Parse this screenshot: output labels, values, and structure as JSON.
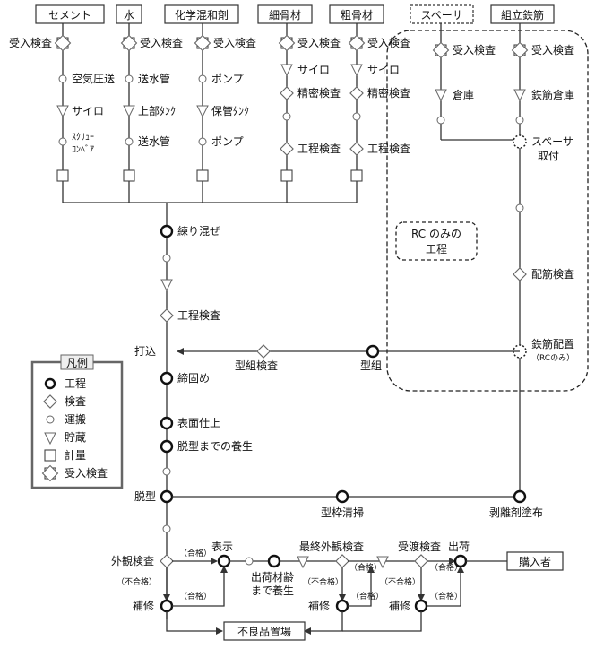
{
  "materials": {
    "cement": "セメント",
    "water": "水",
    "admixture": "化学混和剤",
    "fine_agg": "細骨材",
    "coarse_agg": "粗骨材",
    "spacer": "スペーサ",
    "rebar": "組立鉄筋"
  },
  "steps": {
    "receiving_inspection": "受入検査",
    "air_transport": "空気圧送",
    "silo": "サイロ",
    "screw_conveyor_1": "ｽｸﾘｭｰ",
    "screw_conveyor_2": "ｺﾝﾍﾞｱ",
    "water_pipe": "送水管",
    "upper_tank": "上部ﾀﾝｸ",
    "pump": "ポンプ",
    "storage_tank": "保管ﾀﾝｸ",
    "density_inspection": "精密検査",
    "process_inspection": "工程検査",
    "warehouse": "倉庫",
    "rebar_warehouse": "鉄筋倉庫",
    "spacer_attach_1": "スペーサ",
    "spacer_attach_2": "取付",
    "rebar_inspection": "配筋検査",
    "rebar_place": "鉄筋配置",
    "rc_only_small": "（RCのみ）",
    "rc_only_1": "RC のみの",
    "rc_only_2": "工程",
    "mixing": "練り混ぜ",
    "casting": "打込",
    "compaction": "締固め",
    "surface_finish": "表面仕上",
    "curing": "脱型までの養生",
    "demold": "脱型",
    "mold_cleaning": "型枠清掃",
    "release_agent": "剥離剤塗布",
    "mold_assembly": "型組",
    "mold_inspection": "型組検査",
    "appearance_inspection": "外観検査",
    "display": "表示",
    "pre_ship_curing_1": "出荷材齢",
    "pre_ship_curing_2": "まで養生",
    "final_appearance": "最終外観検査",
    "acceptance_inspection": "受渡検査",
    "shipping": "出荷",
    "buyer": "購入者",
    "repair": "補修",
    "defect_area": "不良品置場",
    "pass": "（合格）",
    "fail": "（不合格）"
  },
  "legend": {
    "title": "凡例",
    "process": "工程",
    "inspection": "検査",
    "transport": "運搬",
    "storage": "貯蔵",
    "measure": "計量",
    "receiving": "受入検査"
  }
}
